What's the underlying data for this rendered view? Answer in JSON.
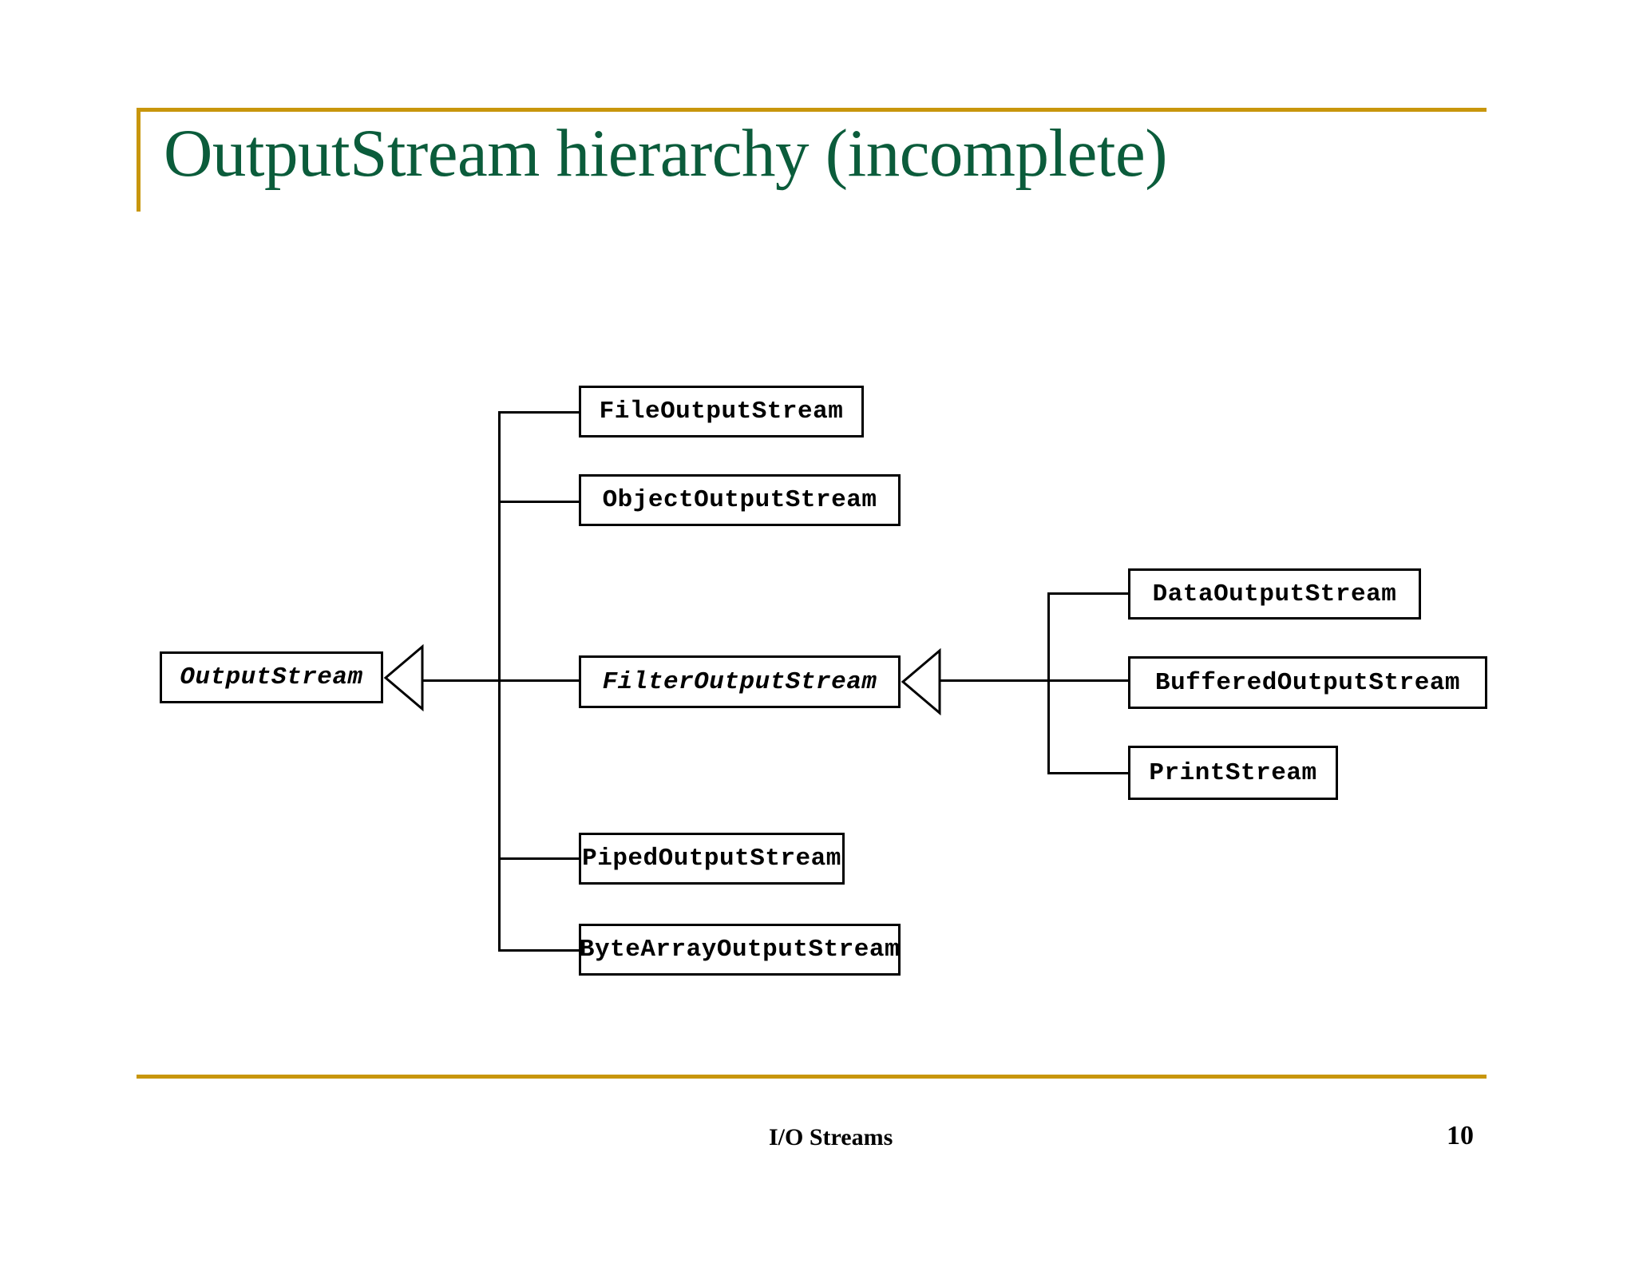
{
  "slide": {
    "title": "OutputStream hierarchy (incomplete)",
    "footer_label": "I/O Streams",
    "page_number": "10",
    "accent_color": "#C8960C",
    "title_color": "#0B5C3B",
    "background_color": "#FFFFFF"
  },
  "diagram": {
    "type": "class-hierarchy",
    "root": {
      "label": "OutputStream",
      "abstract": true
    },
    "subclasses": [
      {
        "label": "FileOutputStream",
        "abstract": false
      },
      {
        "label": "ObjectOutputStream",
        "abstract": false
      },
      {
        "label": "FilterOutputStream",
        "abstract": true
      },
      {
        "label": "PipedOutputStream",
        "abstract": false
      },
      {
        "label": "ByteArrayOutputStream",
        "abstract": false
      }
    ],
    "filter_subclasses": [
      {
        "label": "DataOutputStream",
        "abstract": false
      },
      {
        "label": "BufferedOutputStream",
        "abstract": false
      },
      {
        "label": "PrintStream",
        "abstract": false
      }
    ],
    "relationship": "generalization",
    "arrow_style": "hollow-triangle"
  }
}
